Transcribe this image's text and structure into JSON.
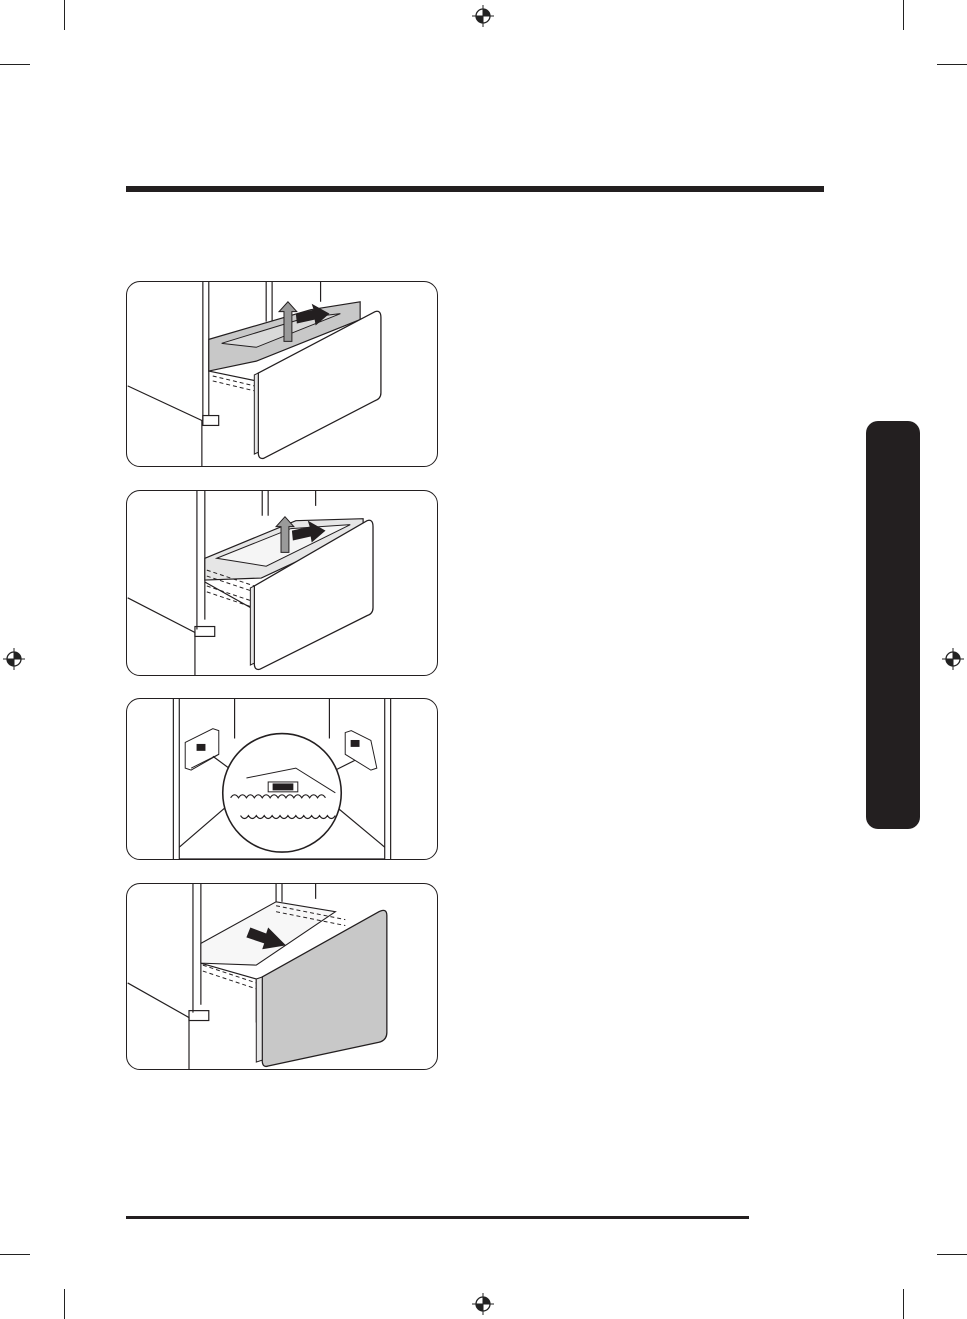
{
  "page": {
    "section_tab": "",
    "steps": [
      {
        "id": 1,
        "description": ""
      },
      {
        "id": 2,
        "description": ""
      },
      {
        "id": 3,
        "description": ""
      },
      {
        "id": 4,
        "description": ""
      }
    ],
    "colors": {
      "ink": "#231f20",
      "drawer_gray": "#c8c8c8",
      "light_gray": "#e6e6e6",
      "tab": "#231f20"
    },
    "icons": [
      "registration-mark-icon",
      "arrow-icon"
    ]
  }
}
